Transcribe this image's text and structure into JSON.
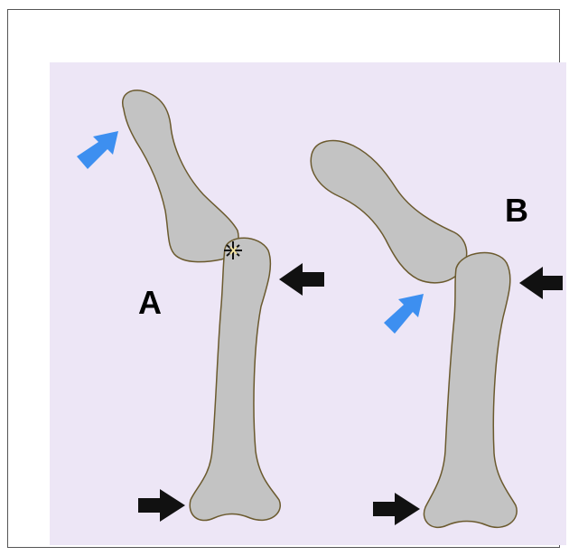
{
  "figure": {
    "background_color": "#ede6f6",
    "bone_fill": "#c3c3c3",
    "bone_outline": "#6b5a2e",
    "panels": [
      {
        "label": "A",
        "description_icon": "joint-collision-burst"
      },
      {
        "label": "B",
        "description_icon": "joint-contact"
      }
    ],
    "arrow_colors": {
      "blue": "#3d8ff0",
      "black": "#111111"
    }
  }
}
